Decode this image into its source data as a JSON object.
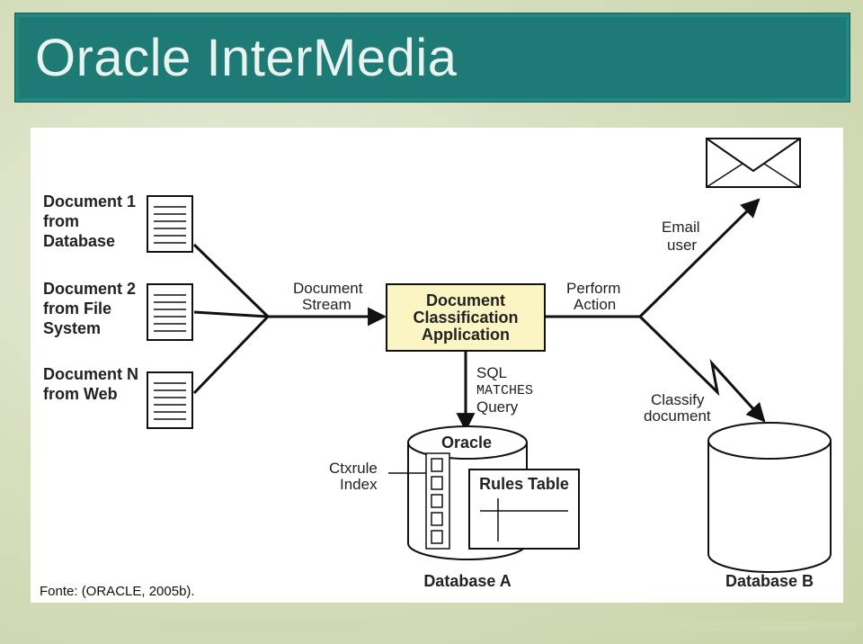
{
  "slide": {
    "title": "Oracle InterMedia",
    "caption": "Fonte: (ORACLE, 2005b)."
  },
  "diagram": {
    "documents": [
      {
        "line1": "Document 1",
        "line2": "from",
        "line3": "Database"
      },
      {
        "line1": "Document 2",
        "line2": "from File",
        "line3": "System"
      },
      {
        "line1": "Document N",
        "line2": "from Web",
        "line3": ""
      }
    ],
    "stream_label": {
      "line1": "Document",
      "line2": "Stream"
    },
    "app_box": {
      "line1": "Document",
      "line2": "Classification",
      "line3": "Application",
      "fill": "#fbf5c4"
    },
    "perform_action": {
      "line1": "Perform",
      "line2": "Action"
    },
    "email_user": {
      "line1": "Email",
      "line2": "user"
    },
    "classify": {
      "line1": "Classify",
      "line2": "document"
    },
    "sql_query": {
      "line1": "SQL",
      "line2": "MATCHES",
      "line3": "Query"
    },
    "oracle_label": "Oracle",
    "ctxrule": {
      "line1": "Ctxrule",
      "line2": "Index"
    },
    "rules_table": "Rules Table",
    "database_a": "Database A",
    "database_b": "Database B",
    "colors": {
      "title_bar": "#1d7a74",
      "title_text": "#e8f2ef"
    }
  }
}
